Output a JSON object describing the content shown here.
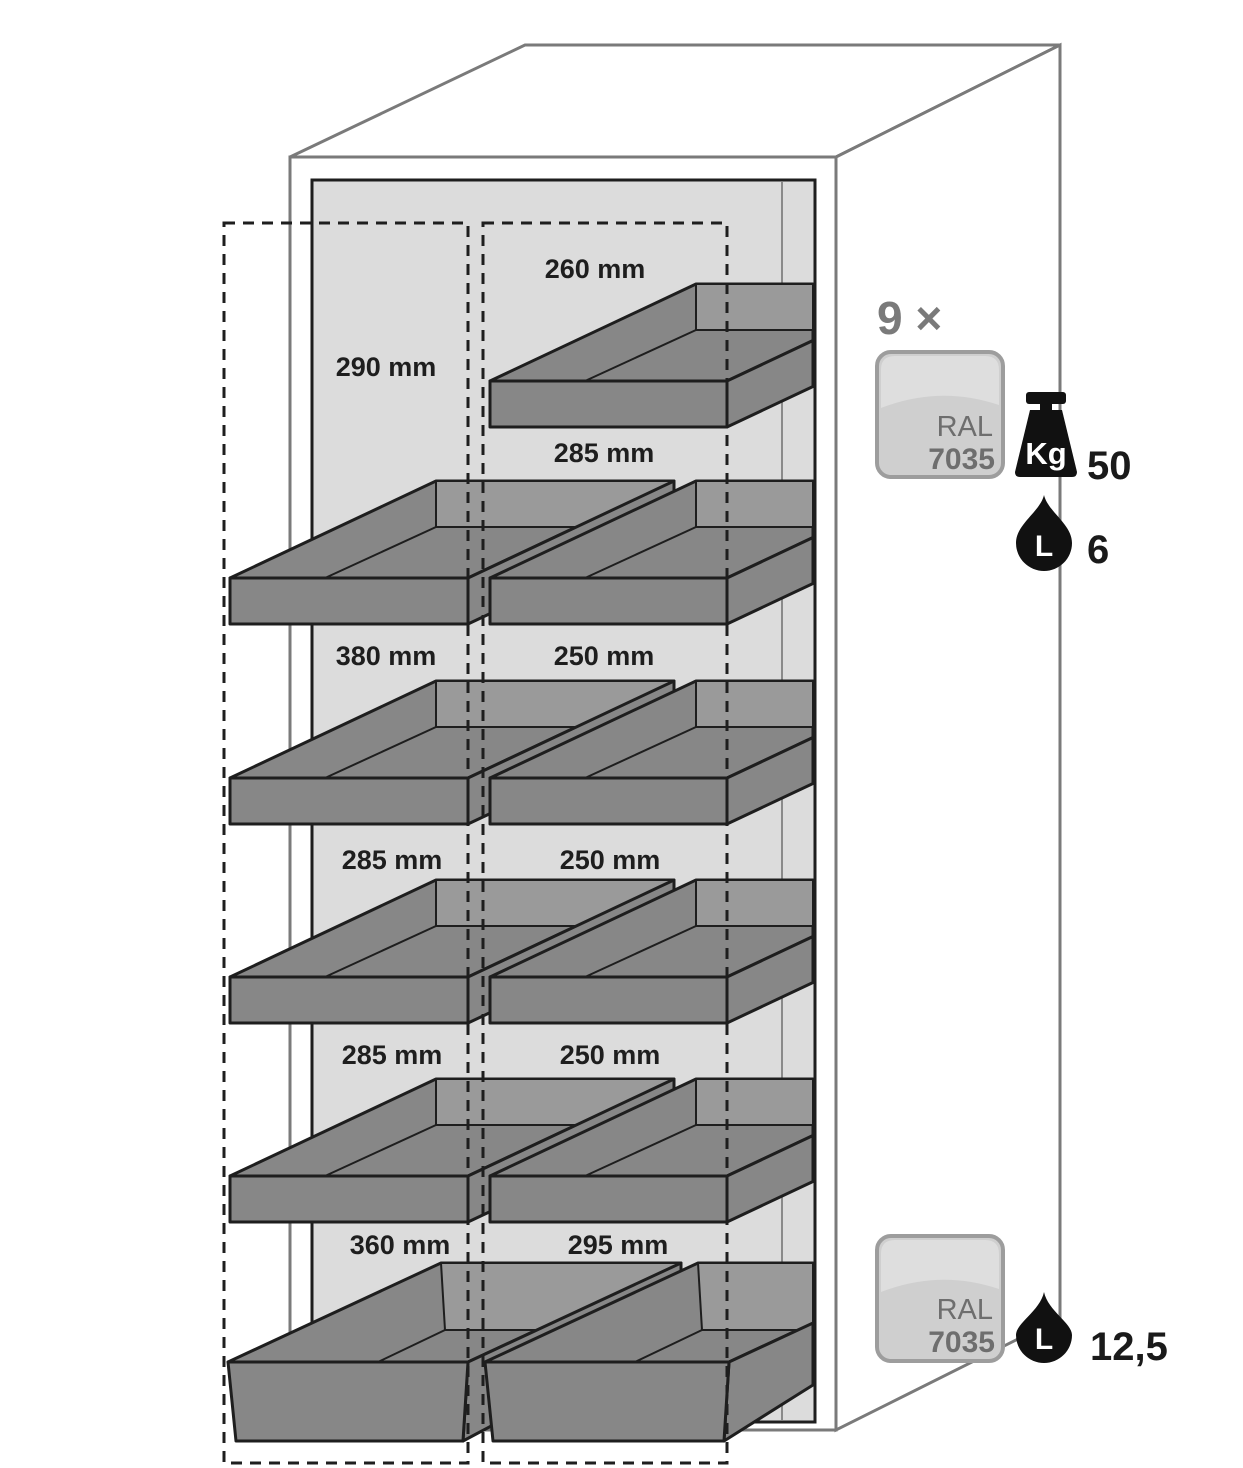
{
  "colors": {
    "tray": "#878787",
    "tray_rim": "#9a9a9a",
    "outline": "#1e1e1e",
    "interior": "#dcdcdc",
    "cabinet_line": "#7a7a7a",
    "swatch": "#cfcfcf",
    "icon": "#111111"
  },
  "icons": [
    "weight-kg-icon",
    "liquid-drop-icon",
    "liquid-drop-icon"
  ],
  "drawer_count_label": "9 ×",
  "color_badges": [
    {
      "word": "RAL",
      "code": "7035"
    },
    {
      "word": "RAL",
      "code": "7035"
    }
  ],
  "specs": {
    "weight_badge": "Kg",
    "load_kg": "50",
    "drop_letter": "L",
    "tray_volume_l": "6",
    "sump_drop_letter": "L",
    "sump_volume_l": "12,5"
  },
  "dimensions": {
    "top_right": "260 mm",
    "top_left": "290 mm",
    "row2_right": "285 mm",
    "row3_left": "380 mm",
    "row3_right": "250 mm",
    "row4_left": "285 mm",
    "row4_right": "250 mm",
    "row5_left": "285 mm",
    "row5_right": "250 mm",
    "row6_left": "360 mm",
    "row6_right": "295 mm"
  }
}
